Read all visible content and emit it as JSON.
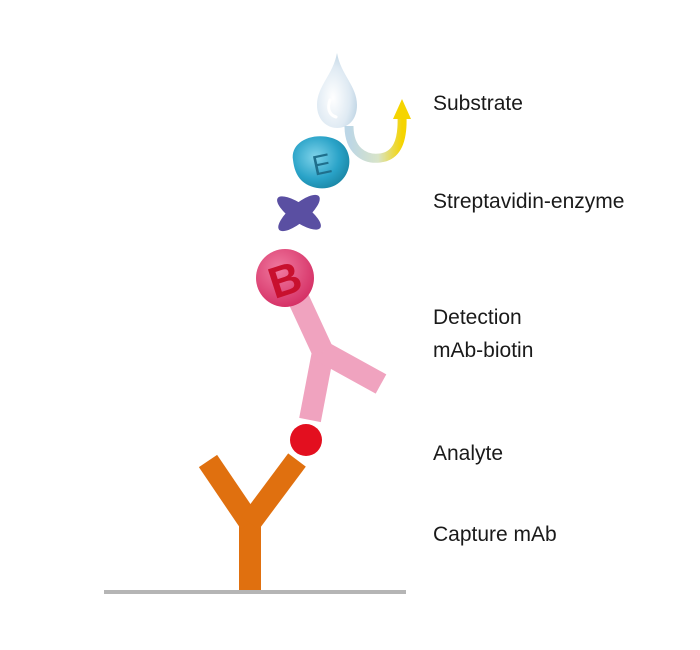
{
  "labels": {
    "substrate": "Substrate",
    "streptavidin_enzyme": "Streptavidin-enzyme",
    "detection_line1": "Detection",
    "detection_line2": "mAb-biotin",
    "analyte": "Analyte",
    "capture": "Capture mAb"
  },
  "markers": {
    "enzyme": "E",
    "biotin": "B"
  },
  "colors": {
    "capture_antibody": "#e0700f",
    "detection_antibody": "#f0a3bf",
    "analyte": "#e30f1f",
    "biotin_circle": "#d9356a",
    "biotin_letter": "#c8102e",
    "streptavidin": "#5a4fa2",
    "enzyme": "#2aa3c8",
    "substrate_drop": "#d6e6f2",
    "product_arrow": "#f5d400",
    "surface": "#b5b5b5"
  }
}
